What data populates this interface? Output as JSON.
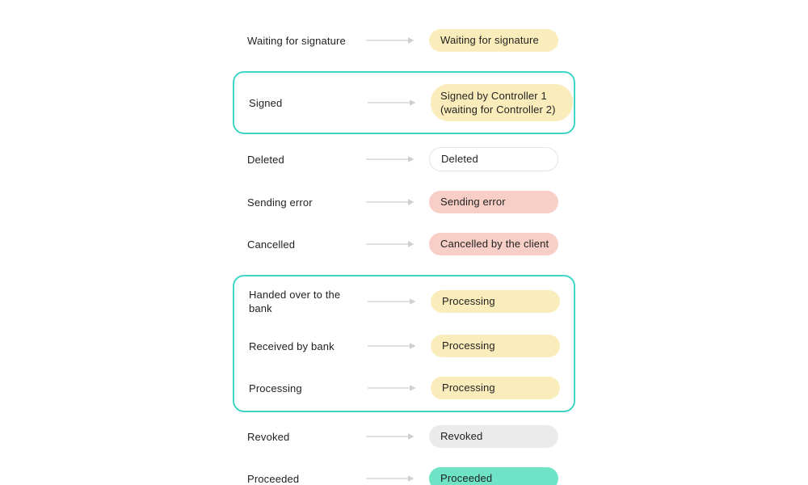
{
  "colors": {
    "background": "#ffffff",
    "text": "#1f1f1f",
    "arrow": "#cfcfcf",
    "group_border": "#3fd6c6"
  },
  "badge_styles": {
    "yellow": {
      "bg": "#fbedbb"
    },
    "outline": {
      "bg": "#ffffff",
      "border": "#e3e3e3"
    },
    "red": {
      "bg": "#f8cfc6"
    },
    "gray": {
      "bg": "#ebebeb"
    },
    "teal": {
      "bg": "#6fe3c6"
    }
  },
  "rows": [
    {
      "label": "Waiting for signature",
      "badge": "Waiting for signature",
      "style": "yellow"
    },
    {
      "label": "Signed",
      "badge": "Signed by Controller 1 (waiting for Controller 2)",
      "style": "yellow"
    },
    {
      "label": "Deleted",
      "badge": "Deleted",
      "style": "outline"
    },
    {
      "label": "Sending error",
      "badge": "Sending error",
      "style": "red"
    },
    {
      "label": "Cancelled",
      "badge": "Cancelled by the client",
      "style": "red"
    },
    {
      "label": "Handed over to the bank",
      "badge": "Processing",
      "style": "yellow"
    },
    {
      "label": "Received by bank",
      "badge": "Processing",
      "style": "yellow"
    },
    {
      "label": "Processing",
      "badge": "Processing",
      "style": "yellow"
    },
    {
      "label": "Revoked",
      "badge": "Revoked",
      "style": "gray"
    },
    {
      "label": "Proceeded",
      "badge": "Proceeded",
      "style": "teal"
    }
  ]
}
